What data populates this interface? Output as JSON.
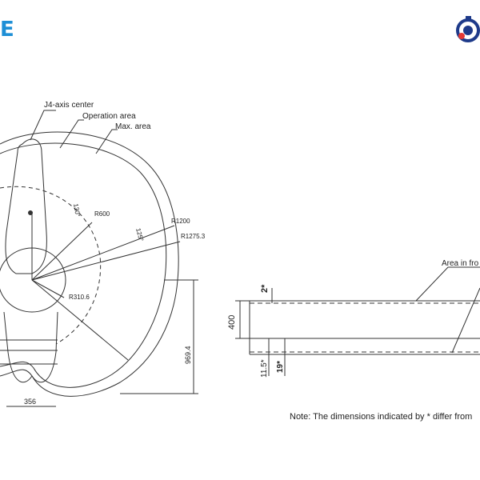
{
  "header": {
    "brand_letter": "E",
    "logo_icon": "gear-robot-logo-icon"
  },
  "top_view": {
    "labels": {
      "j4_axis_center": "J4-axis center",
      "operation_area": "Operation area",
      "max_area": "Max. area"
    },
    "angles": {
      "upper": "130°",
      "lower": "125°"
    },
    "radii": {
      "r600": "R600",
      "r1200": "R1200",
      "r1275": "R1275.3",
      "r310": "R310.6"
    },
    "dimensions": {
      "width_bottom": "356",
      "height_right": "969.4"
    }
  },
  "side_view": {
    "label_area": "Area in fro",
    "dimensions": {
      "height_400": "400",
      "top_2": "2*",
      "bottom_11_5": "11.5*",
      "bottom_19": "19*"
    }
  },
  "note": "Note: The dimensions indicated by * differ from",
  "colors": {
    "line": "#333333",
    "brand": "#1e8fd6"
  }
}
